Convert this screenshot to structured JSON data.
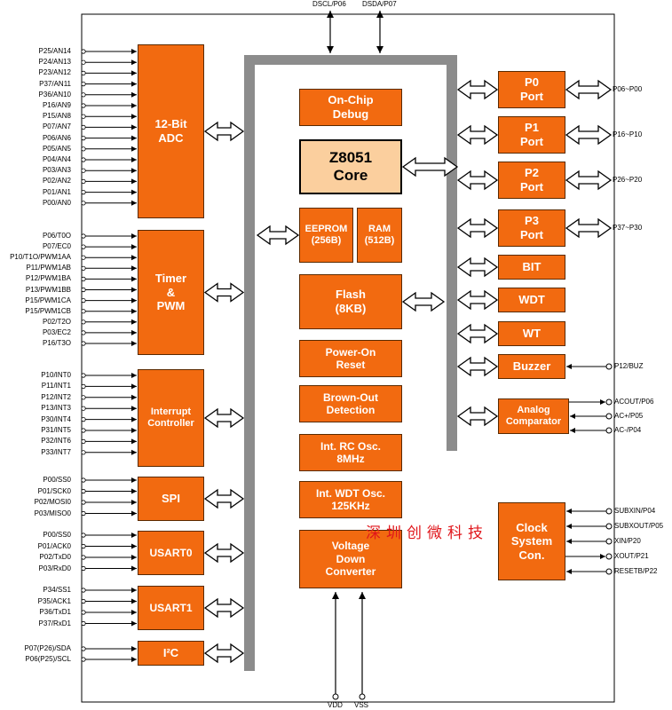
{
  "top_pins": [
    "DSCL/P06",
    "DSDA/P07"
  ],
  "bottom_pins": [
    "VDD",
    "VSS"
  ],
  "left_blocks": [
    {
      "id": "adc",
      "label": "12-Bit\nADC",
      "pins": [
        "P25/AN14",
        "P24/AN13",
        "P23/AN12",
        "P37/AN11",
        "P36/AN10",
        "P16/AN9",
        "P15/AN8",
        "P07/AN7",
        "P06/AN6",
        "P05/AN5",
        "P04/AN4",
        "P03/AN3",
        "P02/AN2",
        "P01/AN1",
        "P00/AN0"
      ]
    },
    {
      "id": "timer",
      "label": "Timer\n&\nPWM",
      "pins": [
        "P06/T0O",
        "P07/EC0",
        "P10/T1O/PWM1AA",
        "P11/PWM1AB",
        "P12/PWM1BA",
        "P13/PWM1BB",
        "P15/PWM1CA",
        "P15/PWM1CB",
        "P02/T2O",
        "P03/EC2",
        "P16/T3O"
      ]
    },
    {
      "id": "interrupt",
      "label": "Interrupt\nController",
      "pins": [
        "P10/INT0",
        "P11/INT1",
        "P12/INT2",
        "P13/INT3",
        "P30/INT4",
        "P31/INT5",
        "P32/INT6",
        "P33/INT7"
      ]
    },
    {
      "id": "spi",
      "label": "SPI",
      "pins": [
        "P00/SS0",
        "P01/SCK0",
        "P02/MOSI0",
        "P03/MISO0"
      ]
    },
    {
      "id": "usart0",
      "label": "USART0",
      "pins": [
        "P00/SS0",
        "P01/ACK0",
        "P02/TxD0",
        "P03/RxD0"
      ]
    },
    {
      "id": "usart1",
      "label": "USART1",
      "pins": [
        "P34/SS1",
        "P35/ACK1",
        "P36/TxD1",
        "P37/RxD1"
      ]
    },
    {
      "id": "i2c",
      "label": "I²C",
      "pins": [
        "P07(P26)/SDA",
        "P06(P25)/SCL"
      ]
    }
  ],
  "center_blocks": {
    "debug": "On-Chip\nDebug",
    "core": "Z8051\nCore",
    "eeprom": "EEPROM\n(256B)",
    "ram": "RAM\n(512B)",
    "flash": "Flash\n(8KB)",
    "por": "Power-On\nReset",
    "bod": "Brown-Out\nDetection",
    "rcosc": "Int. RC Osc.\n8MHz",
    "wdtosc": "Int. WDT Osc.\n125KHz",
    "vdc": "Voltage\nDown\nConverter"
  },
  "right_blocks": {
    "p0": "P0\nPort",
    "p1": "P1\nPort",
    "p2": "P2\nPort",
    "p3": "P3\nPort",
    "bit": "BIT",
    "wdt": "WDT",
    "wt": "WT",
    "buzzer": "Buzzer",
    "comparator": "Analog\nComparator",
    "clock": "Clock\nSystem\nCon."
  },
  "right_pins": {
    "p0": "P06~P00",
    "p1": "P16~P10",
    "p2": "P26~P20",
    "p3": "P37~P30",
    "buzzer": "P12/BUZ",
    "comparator": [
      "ACOUT/P06",
      "AC+/P05",
      "AC-/P04"
    ],
    "clock": [
      "SUBXIN/P04",
      "SUBXOUT/P05",
      "XIN/P20",
      "XOUT/P21",
      "RESETB/P22"
    ]
  },
  "watermark": "深圳创微科技",
  "colors": {
    "block": "#f26a10",
    "core": "#fbcf9e",
    "bus": "#8c8c8c",
    "watermark": "#e0161b"
  }
}
